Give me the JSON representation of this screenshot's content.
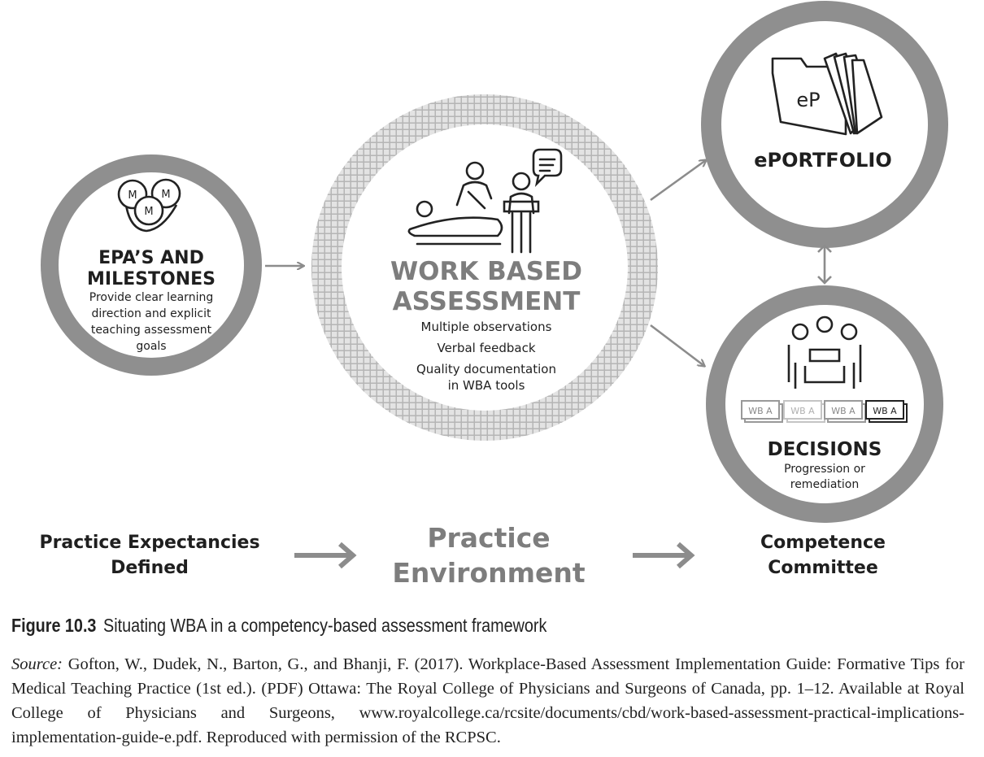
{
  "nodes": {
    "epa": {
      "badge": "M",
      "title_line1": "EPA’S AND",
      "title_line2": "MILESTONES",
      "desc": [
        "Provide clear learning",
        "direction and explicit",
        "teaching assessment",
        "goals"
      ]
    },
    "wba": {
      "title_line1": "WORK BASED",
      "title_line2": "ASSESSMENT",
      "items": [
        "Multiple observations",
        "Verbal feedback",
        "Quality documentation",
        "in WBA tools"
      ]
    },
    "eportfolio": {
      "icon_text": "eP",
      "title": "ePORTFOLIO"
    },
    "decisions": {
      "card_label": "WB A",
      "title": "DECISIONS",
      "desc": [
        "Progression or",
        "remediation"
      ]
    }
  },
  "bottom_labels": {
    "left": [
      "Practice Expectancies",
      "Defined"
    ],
    "center": [
      "Practice",
      "Environment"
    ],
    "right": [
      "Competence",
      "Committee"
    ]
  },
  "figure_caption": {
    "number": "Figure 10.3",
    "title": "Situating WBA in a competency-based assessment framework"
  },
  "source": {
    "label": "Source:",
    "text": "Gofton, W., Dudek, N., Barton, G., and Bhanji, F. (2017). Workplace-Based Assessment Implementation Guide: Formative Tips for Medical Teaching Practice (1st ed.). (PDF) Ottawa: The Royal College of Physicians and Surgeons of Canada, pp. 1–12. Available at Royal College of Physicians and Surgeons, www.royalcollege.ca/rcsite/documents/cbd/work-based-assessment-practical-implications-implementation-guide-e.pdf. Reproduced with permission of the RCPSC."
  },
  "colors": {
    "ring": "#8f8f8f",
    "arrow": "#8c8c8c",
    "text_dark": "#1f1f1f",
    "text_muted": "#7d7d7d"
  }
}
